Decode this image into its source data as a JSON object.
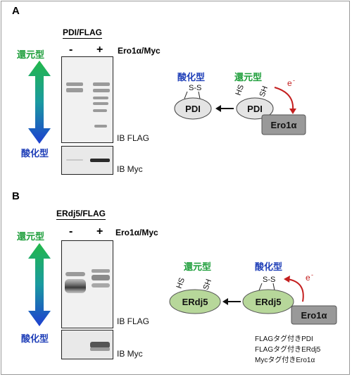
{
  "panel_a": {
    "label": "A",
    "construct": "PDI/FLAG",
    "minus": "-",
    "plus": "+",
    "ero_label": "Ero1α/Myc",
    "reduced_label": "還元型",
    "oxidized_label": "酸化型",
    "ib_flag": "IB FLAG",
    "ib_myc": "IB Myc",
    "diagram": {
      "oxidized_title": "酸化型",
      "reduced_title": "還元型",
      "protein_left": "PDI",
      "protein_right": "PDI",
      "ss_label": "S-S",
      "hs_label": "HS",
      "sh_label": "SH",
      "electron": "e",
      "electron_sup": "-",
      "ero_box": "Ero1α"
    }
  },
  "panel_b": {
    "label": "B",
    "construct": "ERdj5/FLAG",
    "minus": "-",
    "plus": "+",
    "ero_label": "Ero1α/Myc",
    "reduced_label": "還元型",
    "oxidized_label": "酸化型",
    "ib_flag": "IB FLAG",
    "ib_myc": "IB Myc",
    "diagram": {
      "reduced_title": "還元型",
      "oxidized_title": "酸化型",
      "protein_left": "ERdj5",
      "protein_right": "ERdj5",
      "ss_label": "S-S",
      "hs_label": "HS",
      "sh_label": "SH",
      "electron": "e",
      "electron_sup": "-",
      "ero_box": "Ero1α"
    }
  },
  "legend": [
    "FLAGタグ付きPDI",
    "FLAGタグ付きERdj5",
    "Mycタグ付きEro1α"
  ],
  "colors": {
    "reduced_green": "#1d9e3a",
    "oxidized_blue": "#1f3fb8",
    "pdi_fill": "#e4e4e4",
    "erdj5_fill": "#b7d79a",
    "ero_fill": "#999999",
    "electron_red": "#c41f1f"
  }
}
